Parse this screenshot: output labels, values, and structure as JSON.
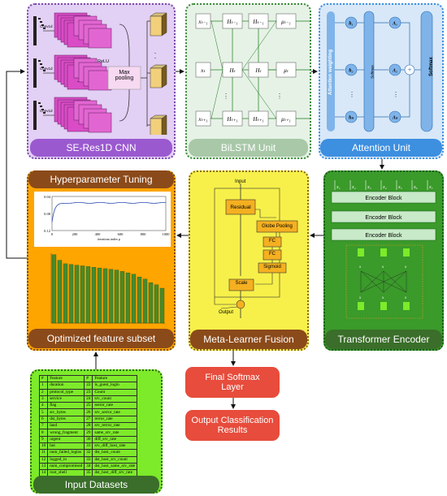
{
  "cnn": {
    "title": "SE-Res1D CNN",
    "conv_label": "Conv1d",
    "relu_label": "ReLU",
    "maxpool_label": "Max pooling"
  },
  "bilstm": {
    "title": "BiLSTM Unit",
    "rows": [
      {
        "x": "xₜ₋₁",
        "hf": "Hₜ₋₁",
        "hb": "Hₜ₋₁",
        "mu": "μₜ₋₁"
      },
      {
        "x": "xₜ",
        "hf": "Hₜ",
        "hb": "Hₜ",
        "mu": "μₜ"
      },
      {
        "x": "xₜ₊₁",
        "hf": "Hₜ₊₁",
        "hb": "Hₜ₊₁",
        "mu": "μₜ₊₁"
      }
    ]
  },
  "attention": {
    "title": "Attention Unit",
    "weighting_label": "Attention weighting",
    "softmax_label": "Softmax",
    "h_labels": [
      "h₁",
      "h₂",
      "hₙ"
    ],
    "a_labels": [
      "A₁",
      "A₂",
      "Aₙ"
    ]
  },
  "hyper": {
    "title": "Hyperparameter Tuning",
    "xlabel": "iterations index p",
    "xticks": [
      "0",
      "200",
      "400",
      "600",
      "800",
      "1000"
    ],
    "yticks": [
      "0.04",
      "0.08",
      "0.12"
    ],
    "bar_values": [
      0.98,
      0.9,
      0.85,
      0.84,
      0.83,
      0.82,
      0.81,
      0.8,
      0.79,
      0.78,
      0.77,
      0.76,
      0.74,
      0.72,
      0.7,
      0.66,
      0.63,
      0.58,
      0.55,
      0.5
    ]
  },
  "optimized": {
    "title": "Optimized feature subset"
  },
  "meta": {
    "title": "Meta-Learner Fusion",
    "input_label": "Input",
    "output_label": "Output",
    "residual_label": "Residual",
    "globe_label": "Globe Pooling",
    "fc1_label": "FC",
    "fc2_label": "FC",
    "sigmoid_label": "Sigmoid",
    "scale_label": "Scale"
  },
  "transformer": {
    "title": "Transformer Encoder",
    "block_label": "Encoder Block",
    "tokens": [
      "x₁",
      "x₂",
      "x₃",
      "x₄",
      "x₅",
      "x₆",
      "x₇"
    ]
  },
  "final": {
    "softmax_label": "Final Softmax Layer",
    "output_label": "Output Classification Results"
  },
  "input": {
    "title": "Input Datasets",
    "header": [
      "#",
      "Feature",
      "#",
      "Feature"
    ],
    "rows": [
      [
        "1",
        "duration",
        "22",
        "is_guest_login"
      ],
      [
        "2",
        "protocol_type",
        "23",
        "Count"
      ],
      [
        "3",
        "service",
        "24",
        "srv_count"
      ],
      [
        "4",
        "flag",
        "25",
        "serror_rate"
      ],
      [
        "5",
        "src_bytes",
        "26",
        "srv_serror_rate"
      ],
      [
        "6",
        "dst_bytes",
        "27",
        "rerror_rate"
      ],
      [
        "7",
        "land",
        "28",
        "srv_rerror_rate"
      ],
      [
        "8",
        "wrong_fragment",
        "29",
        "same_srv_rate"
      ],
      [
        "9",
        "urgent",
        "30",
        "diff_srv_rate"
      ],
      [
        "10",
        "hot",
        "31",
        "srv_diff_host_rate"
      ],
      [
        "11",
        "num_failed_logins",
        "32",
        "dst_host_count"
      ],
      [
        "12",
        "logged_in",
        "33",
        "dst_host_srv_count"
      ],
      [
        "13",
        "num_compromised",
        "34",
        "dst_host_same_srv_rate"
      ],
      [
        "14",
        "root_shell",
        "35",
        "dst_host_diff_srv_rate"
      ]
    ]
  },
  "colors": {
    "cnn_bg": "#e3d0f5",
    "cnn_title": "#9b59d0",
    "bilstm_bg": "#e6f2e6",
    "bilstm_title": "#a8c8a8",
    "attention_bg": "#d8e8f8",
    "attention_title": "#3d8fe0",
    "brown": "#8b4a1a",
    "orange": "#ffa500",
    "yellow": "#f7f04a",
    "green_dark": "#3a6e2a",
    "lime": "#7dea2a",
    "red": "#e74c3c"
  }
}
